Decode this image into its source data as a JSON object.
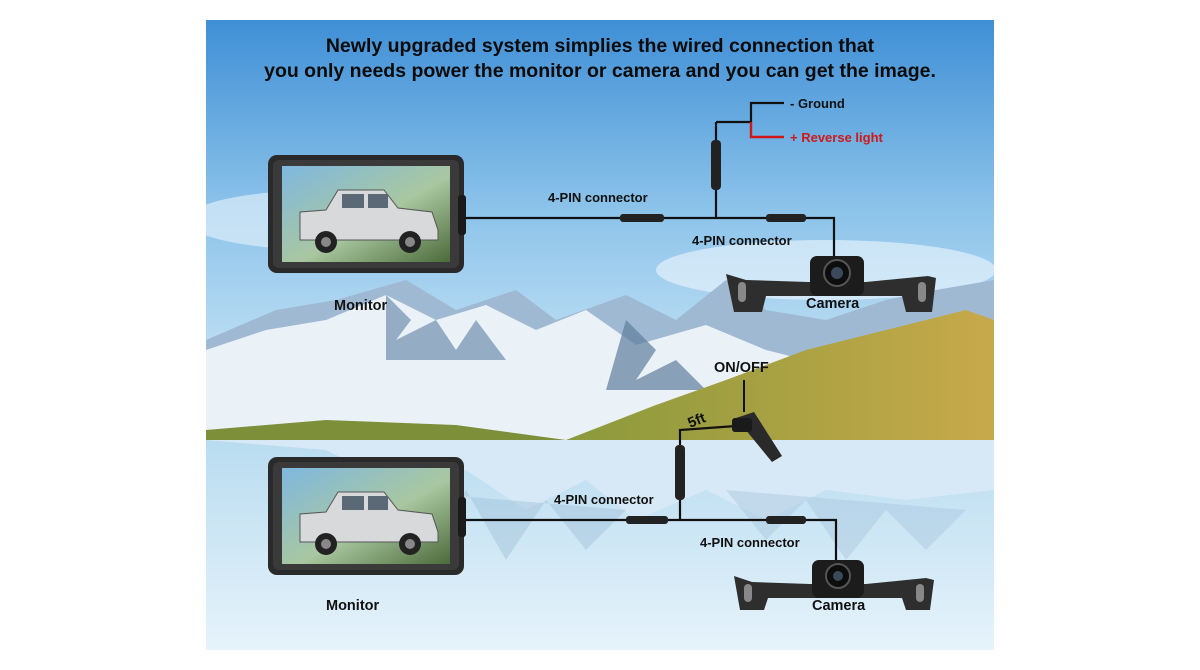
{
  "title": {
    "line1": "Newly upgraded system simplies the wired connection that",
    "line2": "you only needs power the monitor or camera and you can get the image."
  },
  "top_diagram": {
    "ground_label": "- Ground",
    "reverse_label": "+ Reverse light",
    "connector_left_label": "4-PIN connector",
    "connector_right_label": "4-PIN connector",
    "monitor_label": "Monitor",
    "camera_label": "Camera"
  },
  "bottom_diagram": {
    "switch_label": "ON/OFF",
    "cable_length_label": "5ft",
    "connector_left_label": "4-PIN connector",
    "connector_right_label": "4-PIN connector",
    "monitor_label": "Monitor",
    "camera_label": "Camera"
  },
  "colors": {
    "reverse_wire": "#d01818",
    "ground_wire": "#111111",
    "sky_top": "#3f8fd6",
    "water": "#cfe6f4"
  }
}
